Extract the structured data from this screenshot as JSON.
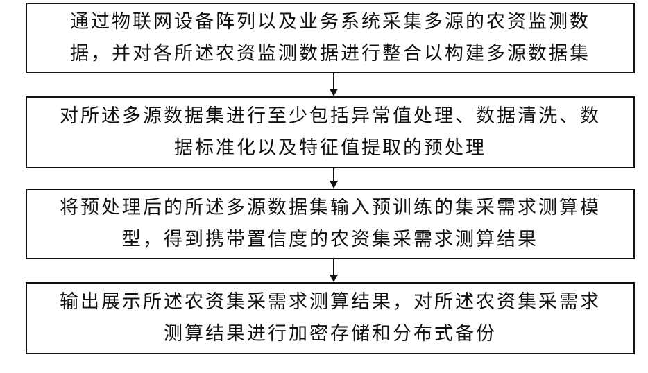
{
  "flowchart": {
    "steps": [
      {
        "lines": [
          "通过物联网设备阵列以及业务系统采集多源的农资监测数",
          "据，并对各所述农资监测数据进行整合以构建多源数据集"
        ]
      },
      {
        "lines": [
          "对所述多源数据集进行至少包括异常值处理、数据清洗、数",
          "据标准化以及特征值提取的预处理"
        ]
      },
      {
        "lines": [
          "将预处理后的所述多源数据集输入预训练的集采需求测算模",
          "型，得到携带置信度的农资集采需求测算结果"
        ]
      },
      {
        "lines": [
          "输出展示所述农资集采需求测算结果，对所述农资集采需求",
          "测算结果进行加密存储和分布式备份"
        ]
      }
    ]
  },
  "colors": {
    "border": "#111111",
    "text": "#111111",
    "background": "#ffffff"
  }
}
